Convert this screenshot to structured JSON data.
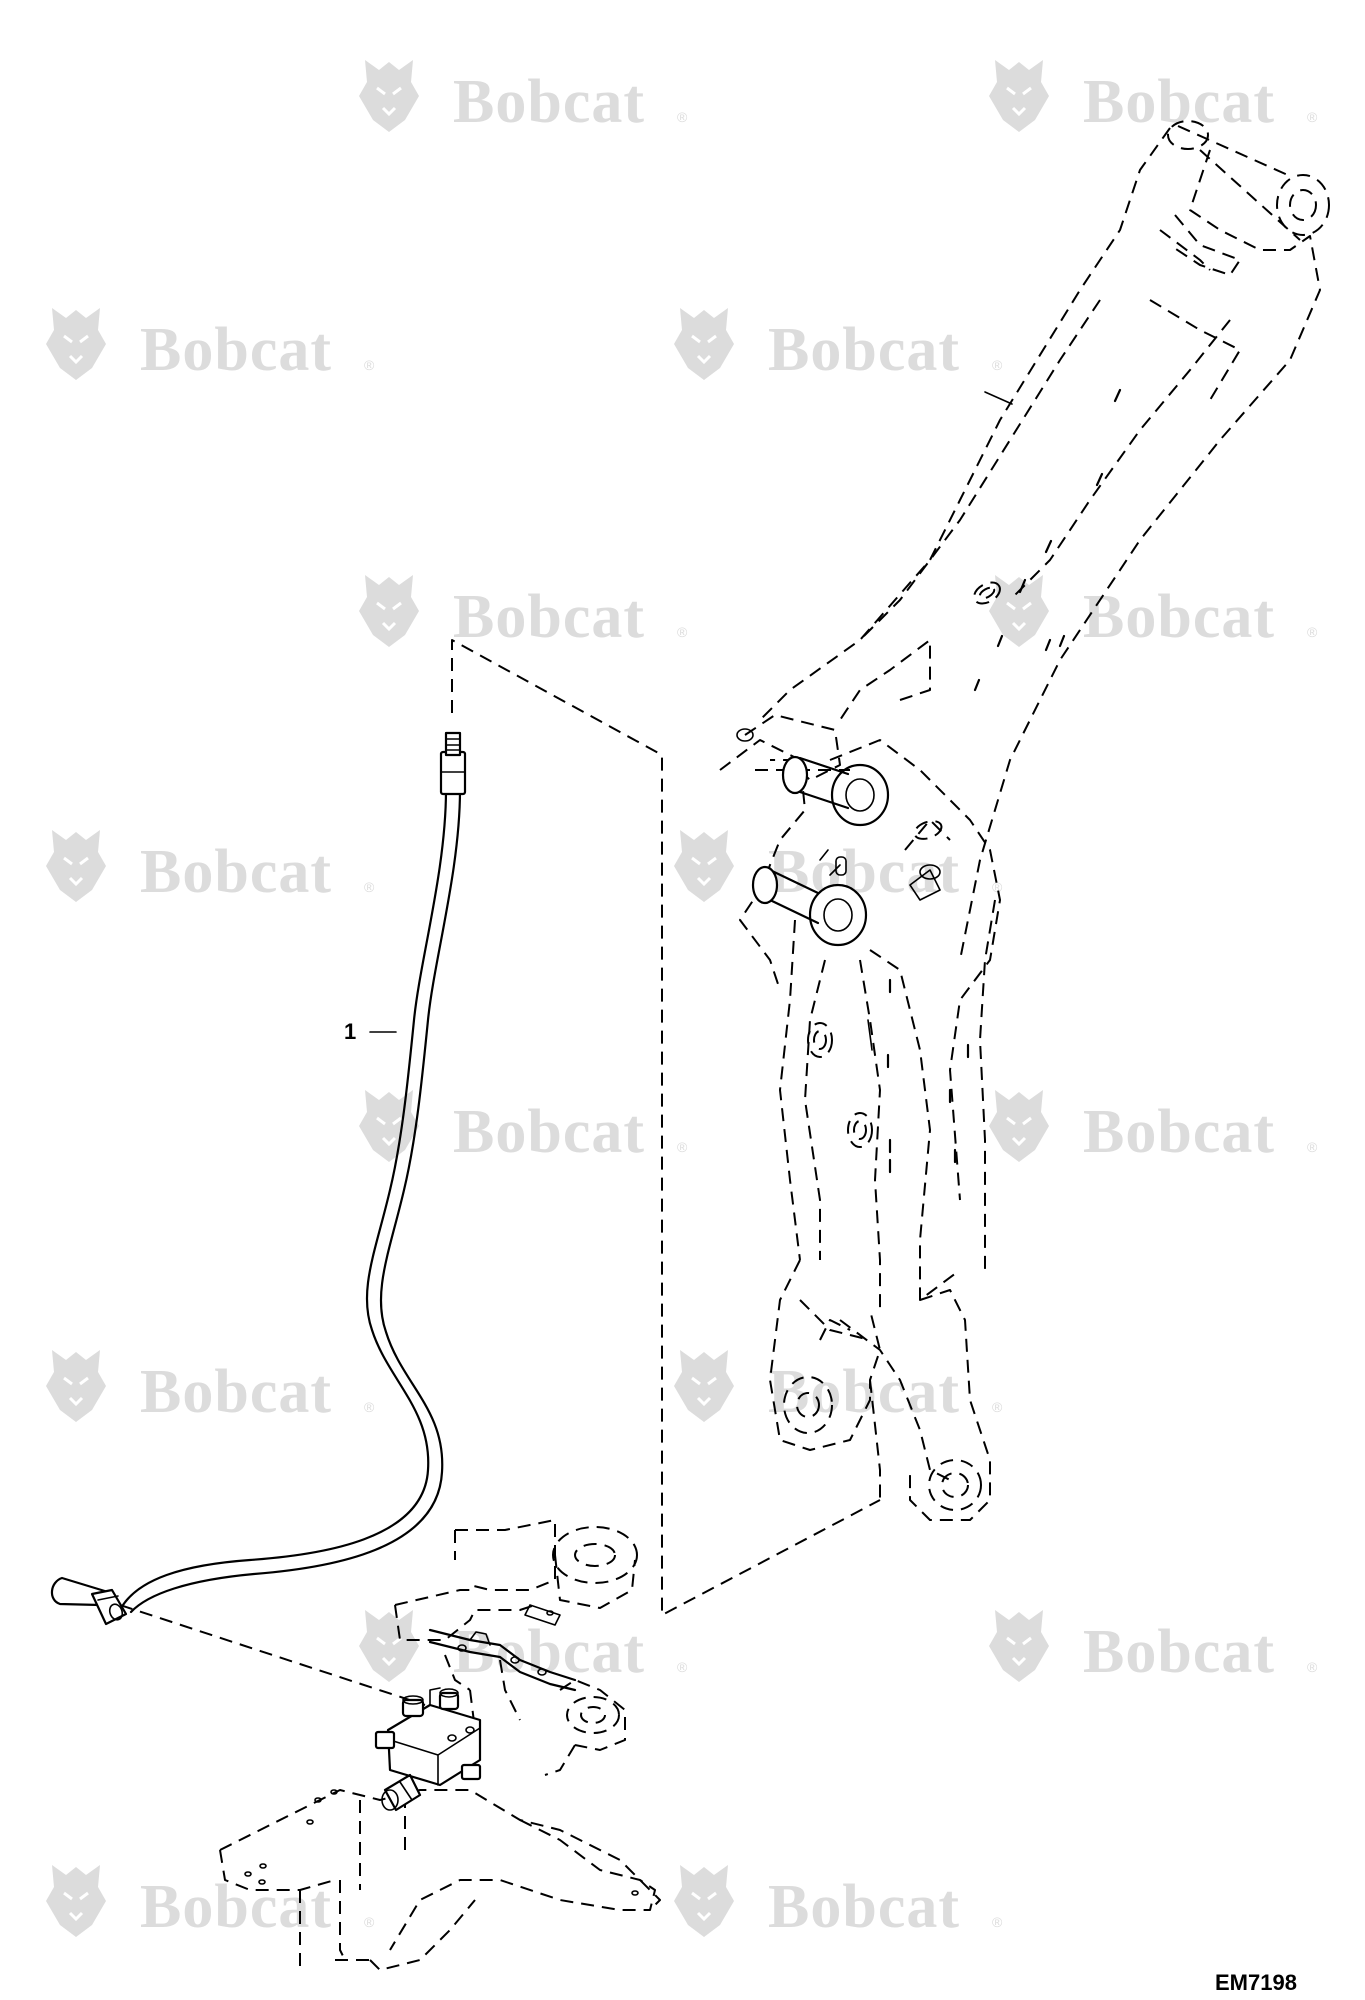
{
  "watermark": {
    "brand_text": "Bobcat",
    "registered_mark": "®",
    "color": "#dcdcdc"
  },
  "callouts": [
    {
      "label": "1",
      "part": "hose"
    }
  ],
  "drawing_code": "EM7198",
  "colors": {
    "line": "#000000",
    "background": "#ffffff"
  }
}
